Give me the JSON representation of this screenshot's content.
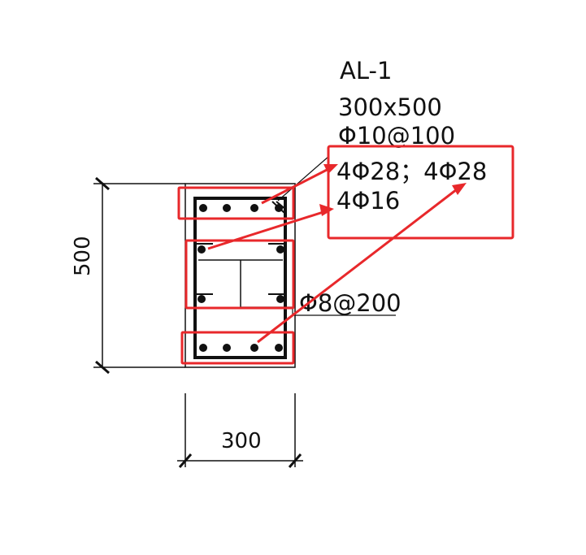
{
  "beam": {
    "id": "AL-1",
    "size": "300x500",
    "stirrup": "Φ10@100",
    "main_bars": "4Φ28；4Φ28",
    "waist_bars": "4Φ16",
    "tie_bar": "Φ8@200"
  },
  "dimensions": {
    "height": "500",
    "width": "300"
  },
  "annotation": {
    "highlight_color": "#e8282b",
    "line_color": "#111111"
  }
}
